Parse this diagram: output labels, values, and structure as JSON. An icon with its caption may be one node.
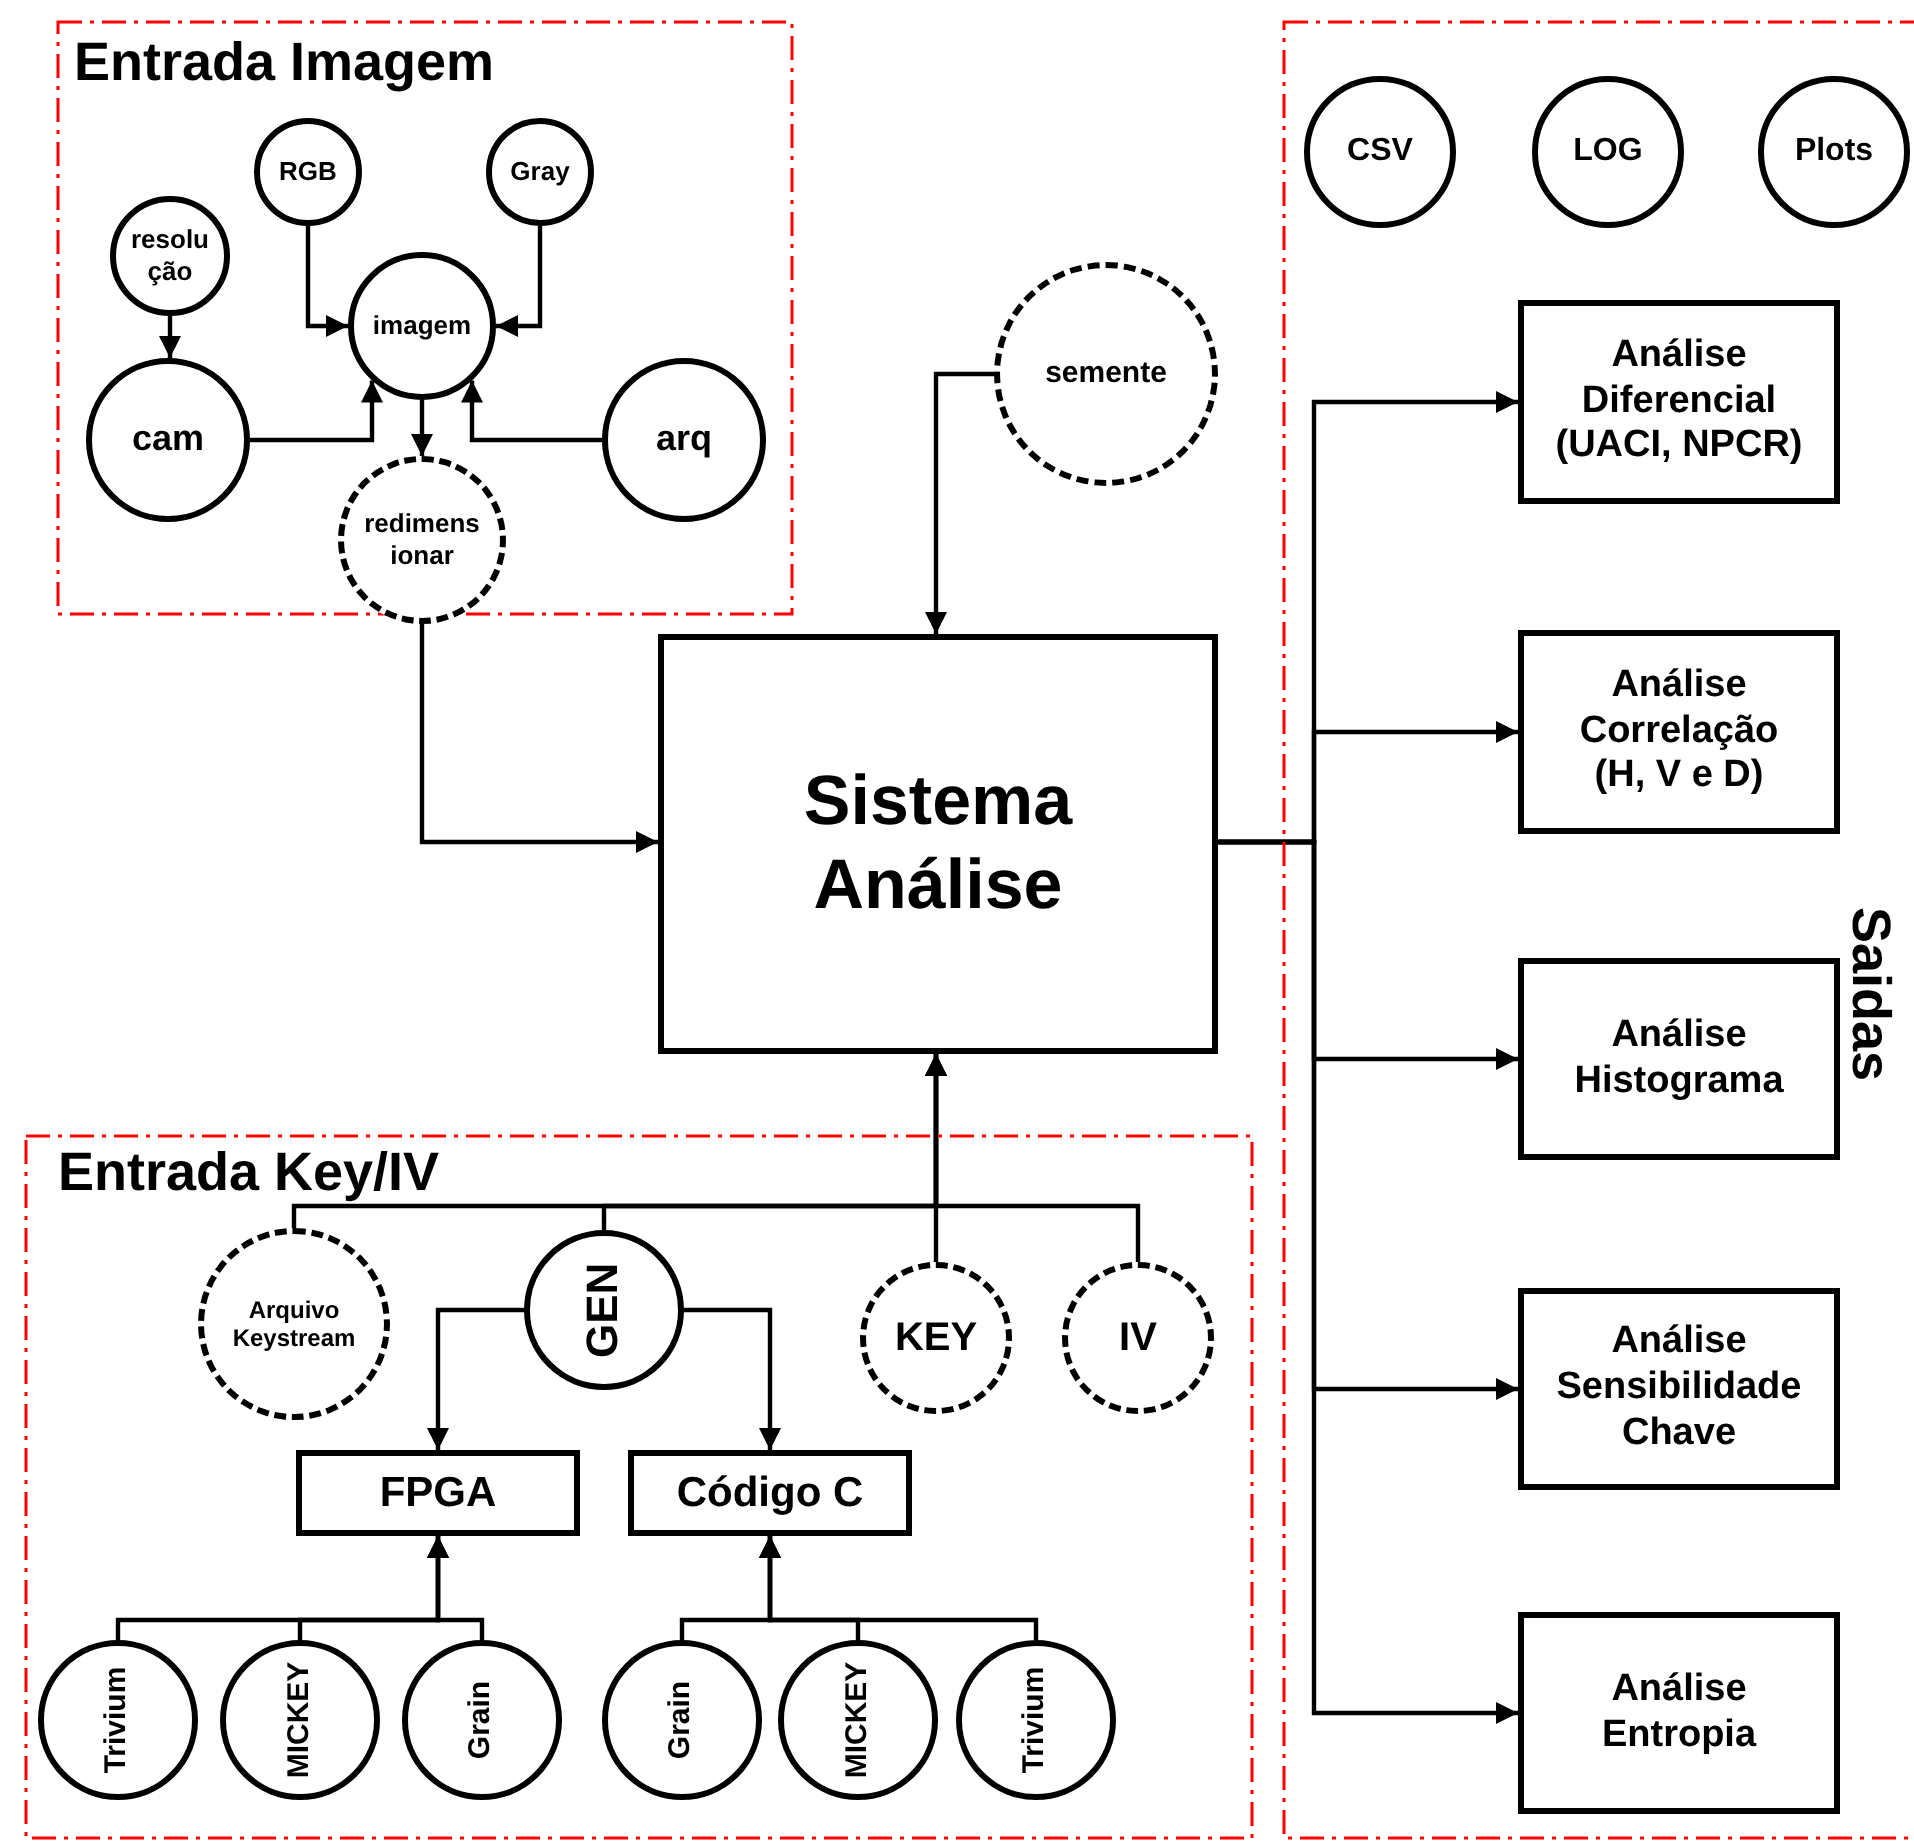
{
  "diagram": {
    "nodes": [
      {
        "text": [
          "Entrada Imagem"
        ]
      },
      {
        "text": [
          "resolu ção"
        ],
        "in": 0
      },
      {
        "text": [
          "RGB"
        ],
        "in": 0
      },
      {
        "text": [
          "Gray"
        ],
        "in": 0
      },
      {
        "text": [
          "imagem"
        ],
        "in": 0
      },
      {
        "text": [
          "cam"
        ],
        "in": 0
      },
      {
        "text": [
          "arq"
        ],
        "in": 0
      },
      {
        "text": [
          "redimens ionar"
        ],
        "in": 0
      },
      {
        "text": [
          "semente"
        ]
      },
      {
        "text": [
          "Sistema Análise"
        ]
      },
      {
        "text": [
          "Entrada Key/IV"
        ]
      },
      {
        "text": [
          "Arquivo Keystream"
        ],
        "in": 10
      },
      {
        "text": [
          "GEN"
        ],
        "in": 10
      },
      {
        "text": [
          "KEY"
        ],
        "in": 10
      },
      {
        "text": [
          "IV"
        ],
        "in": 10
      },
      {
        "text": [
          "FPGA"
        ],
        "in": 10
      },
      {
        "text": [
          "Código C"
        ],
        "in": 10
      },
      {
        "text": [
          "Trivium"
        ],
        "in": 10
      },
      {
        "text": [
          "MICKEY"
        ],
        "in": 10
      },
      {
        "text": [
          "Grain"
        ],
        "in": 10
      },
      {
        "text": [
          "Grain"
        ],
        "in": 10
      },
      {
        "text": [
          "MICKEY"
        ],
        "in": 10
      },
      {
        "text": [
          "Trivium"
        ],
        "in": 10
      },
      {
        "text": [
          "Saidas"
        ]
      },
      {
        "text": [
          "CSV"
        ],
        "in": 23
      },
      {
        "text": [
          "LOG"
        ],
        "in": 23
      },
      {
        "text": [
          "Plots"
        ],
        "in": 23
      },
      {
        "text": [
          "Análise Diferencial (UACI, NPCR)"
        ],
        "in": 23
      },
      {
        "text": [
          "Análise Correlação (H, V e D)"
        ],
        "in": 23
      },
      {
        "text": [
          "Análise Histograma"
        ],
        "in": 23
      },
      {
        "text": [
          "Análise Sensibilidade Chave"
        ],
        "in": 23
      },
      {
        "text": [
          "Análise Entropia"
        ],
        "in": 23
      }
    ],
    "edges": [
      {
        "from": 1,
        "to": 5,
        "arrow": "to"
      },
      {
        "from": 2,
        "to": 4,
        "arrow": "to"
      },
      {
        "from": 3,
        "to": 4,
        "arrow": "to"
      },
      {
        "from": 5,
        "to": 4,
        "arrow": "to"
      },
      {
        "from": 6,
        "to": 4,
        "arrow": "to"
      },
      {
        "from": 4,
        "to": 7,
        "arrow": "to"
      },
      {
        "from": 7,
        "to": 9,
        "arrow": "to"
      },
      {
        "from": 8,
        "to": 9,
        "arrow": "to"
      },
      {
        "from": 11,
        "to": 9,
        "arrow": "to"
      },
      {
        "from": 12,
        "to": 9,
        "arrow": "to"
      },
      {
        "from": 13,
        "to": 9,
        "arrow": "to"
      },
      {
        "from": 14,
        "to": 9,
        "arrow": "to"
      },
      {
        "from": 12,
        "to": 15,
        "arrow": "to"
      },
      {
        "from": 12,
        "to": 16,
        "arrow": "to"
      },
      {
        "from": 17,
        "to": 15,
        "arrow": "to"
      },
      {
        "from": 18,
        "to": 15,
        "arrow": "to"
      },
      {
        "from": 19,
        "to": 15,
        "arrow": "to"
      },
      {
        "from": 20,
        "to": 16,
        "arrow": "to"
      },
      {
        "from": 21,
        "to": 16,
        "arrow": "to"
      },
      {
        "from": 22,
        "to": 16,
        "arrow": "to"
      },
      {
        "from": 9,
        "to": 27,
        "arrow": "to"
      },
      {
        "from": 9,
        "to": 28,
        "arrow": "to"
      },
      {
        "from": 9,
        "to": 29,
        "arrow": "to"
      },
      {
        "from": 9,
        "to": 30,
        "arrow": "to"
      },
      {
        "from": 9,
        "to": 31,
        "arrow": "to"
      }
    ]
  }
}
